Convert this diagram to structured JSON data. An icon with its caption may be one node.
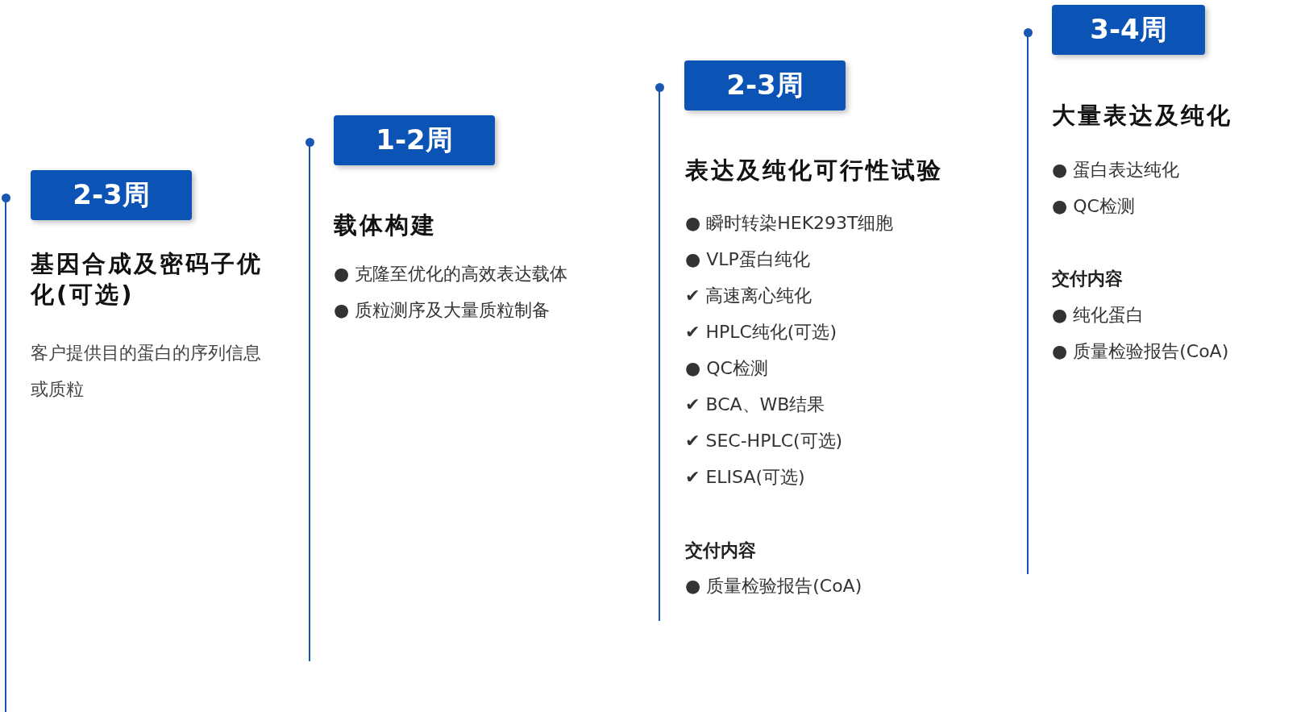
{
  "diagram": {
    "nodes": [
      {
        "text": [
          "2-3周"
        ],
        "beside": [
          "基因合成及密码子优化(可选)",
          "客户提供目的蛋白的序列信息或质粒"
        ]
      },
      {
        "text": [
          "1-2周"
        ],
        "beside": [
          "载体构建",
          "● 克隆至优化的高效表达载体",
          "● 质粒测序及大量质粒制备"
        ]
      },
      {
        "text": [
          "2-3周"
        ],
        "beside": [
          "表达及纯化可行性试验",
          "● 瞬时转染HEK293T细胞",
          "● VLP蛋白纯化",
          "✔ 高速离心纯化",
          "✔ HPLC纯化(可选)",
          "● QC检测",
          "✔ BCA、WB结果",
          "✔ SEC-HPLC(可选)",
          "✔ ELISA(可选)",
          "交付内容",
          "● 质量检验报告(CoA)"
        ]
      },
      {
        "text": [
          "3-4周"
        ],
        "beside": [
          "大量表达及纯化",
          "● 蛋白表达纯化",
          "● QC检测",
          "交付内容",
          "● 纯化蛋白",
          "● 质量检验报告(CoA)"
        ]
      }
    ]
  }
}
